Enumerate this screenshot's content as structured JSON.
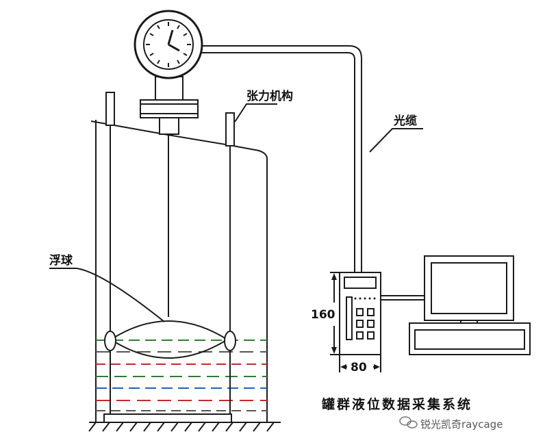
{
  "labels": {
    "tension_mechanism": "张力机构",
    "optical_cable": "光缆",
    "float_ball": "浮球",
    "dim_height": "160",
    "dim_width": "80",
    "system_title": "罐群液位数据采集系统",
    "watermark": "锐光凯奇raycage"
  },
  "icons": {
    "gauge": "dial-gauge-icon",
    "computer": "monitor-icon",
    "wechat": "wechat-icon"
  },
  "colors": {
    "line": "#1a1a1a",
    "liquid_a": "#2e7d32",
    "liquid_b": "#c62828",
    "liquid_c": "#1565c0",
    "background": "#ffffff"
  }
}
